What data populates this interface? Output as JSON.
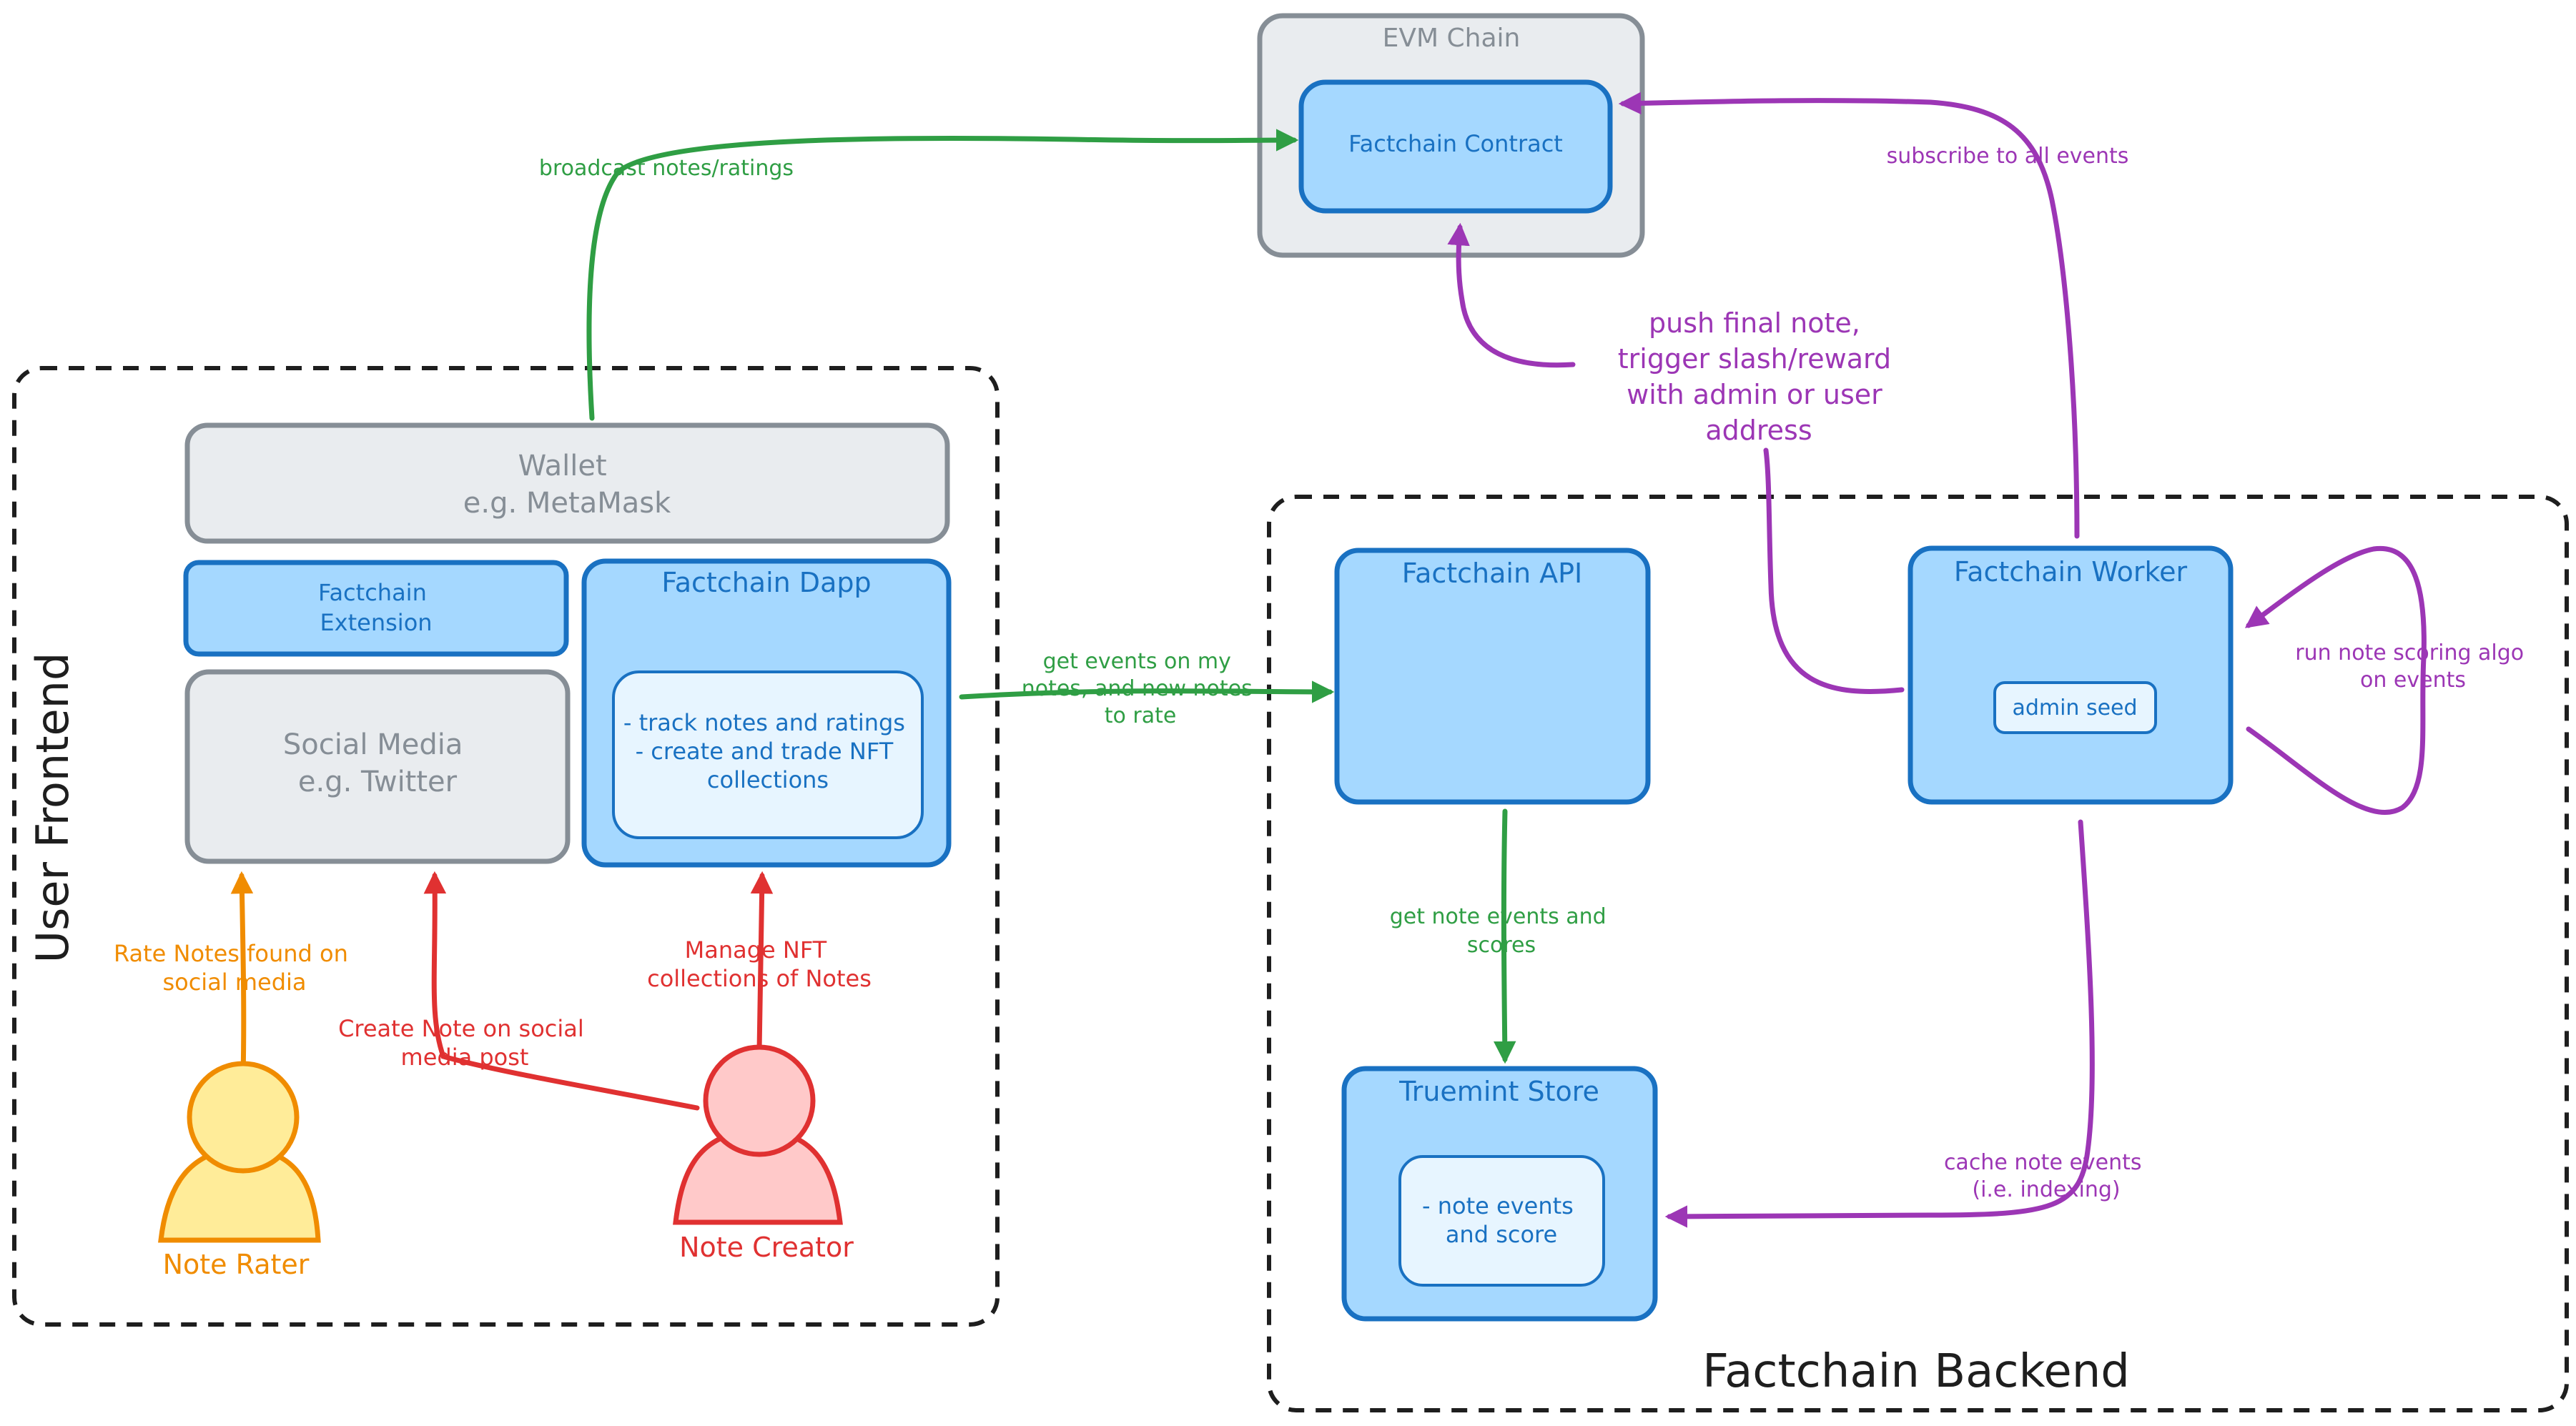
{
  "colors": {
    "green": "#2f9e44",
    "purple": "#9c36b5",
    "red": "#e03131",
    "orange": "#f08c00",
    "blue_dark": "#1971c2",
    "blue_fill": "#a5d8ff",
    "blue_light": "#e7f5ff",
    "gray_fill": "#e9ecef",
    "gray_stroke": "#868e96",
    "yellow_fill": "#ffec99",
    "pink_fill": "#ffc9c9"
  },
  "groups": {
    "frontend_title": "User Frontend",
    "backend_title": "Factchain Backend"
  },
  "nodes": {
    "evm_chain": "EVM Chain",
    "factchain_contract": "Factchain Contract",
    "wallet": [
      "Wallet",
      "e.g. MetaMask"
    ],
    "extension": [
      "Factchain",
      "Extension"
    ],
    "dapp": "Factchain Dapp",
    "dapp_features": [
      "- track notes and ratings",
      "- create and trade NFT",
      "collections"
    ],
    "social_media": [
      "Social Media",
      "e.g. Twitter"
    ],
    "api": "Factchain API",
    "worker": "Factchain Worker",
    "admin_seed": "admin seed",
    "store": "Truemint Store",
    "store_features": [
      "- note events",
      "and score"
    ]
  },
  "actors": {
    "rater": "Note Rater",
    "creator": "Note Creator"
  },
  "edges": {
    "broadcast": [
      "broadcast notes/ratings"
    ],
    "subscribe": [
      "subscribe to all events"
    ],
    "push_final": [
      "push final note,",
      "trigger slash/reward",
      "with admin or user",
      "address"
    ],
    "get_events": [
      "get events on my",
      "notes, and new notes",
      "to rate"
    ],
    "run_scoring": [
      "run note scoring algo",
      "on events"
    ],
    "get_note_events": [
      "get note events and",
      "scores"
    ],
    "cache_events": [
      "cache note events",
      "(i.e. indexing)"
    ],
    "rate_notes": [
      "Rate Notes found on",
      "social media"
    ],
    "create_note": [
      "Create Note on social",
      "media post"
    ],
    "manage_nft": [
      "Manage NFT",
      "collections of Notes"
    ]
  }
}
